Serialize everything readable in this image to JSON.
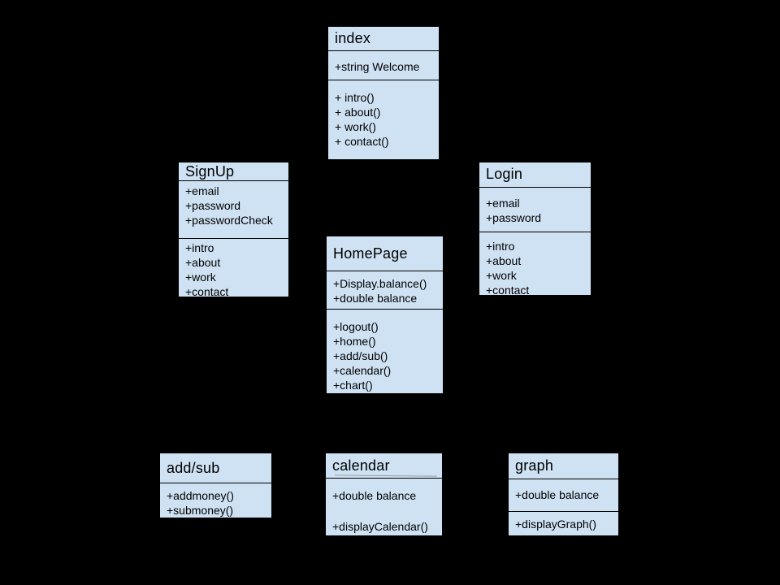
{
  "colors": {
    "background": "#000000",
    "box_fill": "#cfe2f3",
    "box_border": "#000000",
    "text": "#000000"
  },
  "classes": [
    {
      "name": "index",
      "attributes": [
        "+string Welcome"
      ],
      "methods": [
        "+ intro()",
        "+ about()",
        "+ work()",
        "+ contact()"
      ]
    },
    {
      "name": "SignUp",
      "attributes": [
        "+email",
        "+password",
        "+passwordCheck"
      ],
      "methods": [
        "+intro",
        "+about",
        "+work",
        "+contact"
      ]
    },
    {
      "name": "Login",
      "attributes": [
        "+email",
        "+password"
      ],
      "methods": [
        "+intro",
        "+about",
        "+work",
        "+contact"
      ]
    },
    {
      "name": "HomePage",
      "attributes": [
        "+Display.balance()",
        "+double balance"
      ],
      "methods": [
        "+logout()",
        "+home()",
        "+add/sub()",
        "+calendar()",
        "+chart()"
      ]
    },
    {
      "name": "add/sub",
      "attributes": [],
      "methods": [
        "+addmoney()",
        "+submoney()"
      ]
    },
    {
      "name": "calendar",
      "attributes": [
        "+double balance"
      ],
      "methods": [
        "+displayCalendar()"
      ]
    },
    {
      "name": "graph",
      "attributes": [
        "+double balance"
      ],
      "methods": [
        "+displayGraph()"
      ]
    }
  ]
}
